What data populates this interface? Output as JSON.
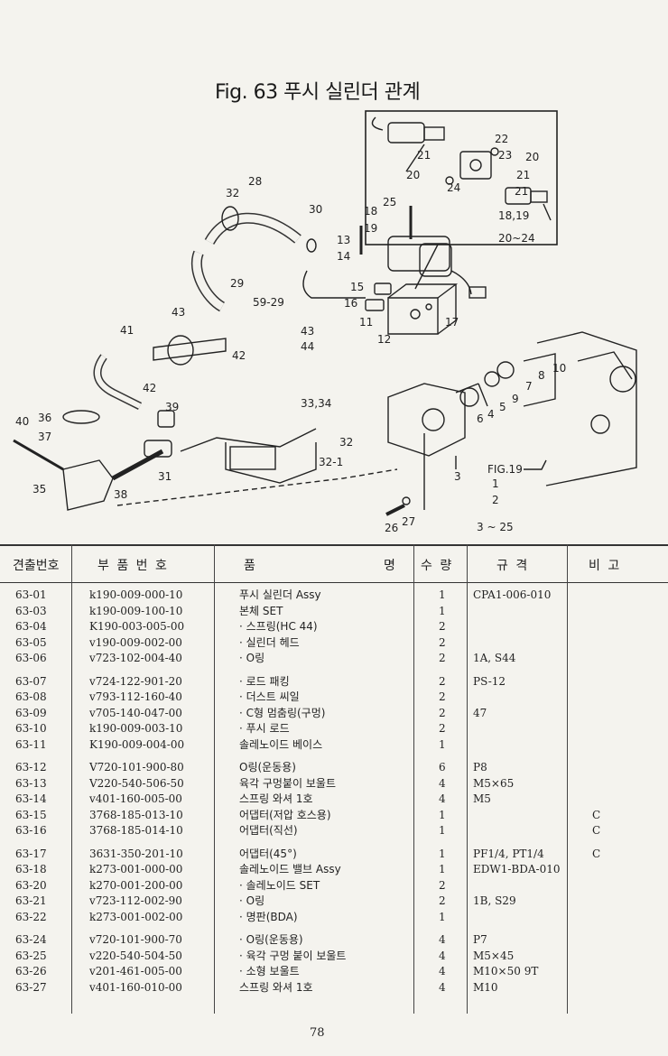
{
  "figure": {
    "title": "Fig. 63 푸시 실린더 관계",
    "callouts": [
      "21",
      "22",
      "23",
      "20",
      "21",
      "20",
      "24",
      "21",
      "18,19",
      "20~24",
      "32",
      "28",
      "30",
      "25",
      "18",
      "19",
      "13",
      "14",
      "15",
      "16",
      "11",
      "17",
      "12",
      "29",
      "59-29",
      "43",
      "41",
      "42",
      "43",
      "44",
      "33,34",
      "42",
      "39",
      "40",
      "36",
      "37",
      "35",
      "38",
      "31",
      "32",
      "32-1",
      "3",
      "26",
      "27",
      "FIG.19",
      "1",
      "2",
      "3 ~ 25",
      "4",
      "5",
      "6",
      "7",
      "8",
      "9",
      "10"
    ]
  },
  "table": {
    "headers": {
      "no": "견출번호",
      "part": "부 품 번 호",
      "name_left": "품",
      "name_right": "명",
      "qty": "수 량",
      "spec": "규 격",
      "note": "비 고"
    },
    "rows": [
      {
        "no": "63-01",
        "part": "k190-009-000-10",
        "name": "푸시 실린더 Assy",
        "qty": "1",
        "spec": "CPA1-006-010",
        "note": ""
      },
      {
        "no": "63-03",
        "part": "k190-009-100-10",
        "name": "본체 SET",
        "qty": "1",
        "spec": "",
        "note": ""
      },
      {
        "no": "63-04",
        "part": "K190-003-005-00",
        "name": "· 스프링(HC 44)",
        "qty": "2",
        "spec": "",
        "note": ""
      },
      {
        "no": "63-05",
        "part": "v190-009-002-00",
        "name": "· 실린더 헤드",
        "qty": "2",
        "spec": "",
        "note": ""
      },
      {
        "no": "63-06",
        "part": "v723-102-004-40",
        "name": "· O링",
        "qty": "2",
        "spec": "1A, S44",
        "note": ""
      },
      {
        "no": "63-07",
        "part": "v724-122-901-20",
        "name": "· 로드 패킹",
        "qty": "2",
        "spec": "PS-12",
        "note": "",
        "gap": true
      },
      {
        "no": "63-08",
        "part": "v793-112-160-40",
        "name": "· 더스트 씨일",
        "qty": "2",
        "spec": "",
        "note": ""
      },
      {
        "no": "63-09",
        "part": "v705-140-047-00",
        "name": "· C형 멈춤링(구멍)",
        "qty": "2",
        "spec": "47",
        "note": ""
      },
      {
        "no": "63-10",
        "part": "k190-009-003-10",
        "name": "· 푸시 로드",
        "qty": "2",
        "spec": "",
        "note": ""
      },
      {
        "no": "63-11",
        "part": "K190-009-004-00",
        "name": "솔레노이드 베이스",
        "qty": "1",
        "spec": "",
        "note": ""
      },
      {
        "no": "63-12",
        "part": "V720-101-900-80",
        "name": "O링(운동용)",
        "qty": "6",
        "spec": "P8",
        "note": "",
        "gap": true
      },
      {
        "no": "63-13",
        "part": "V220-540-506-50",
        "name": "육각 구멍붙이 보울트",
        "qty": "4",
        "spec": "M5×65",
        "note": ""
      },
      {
        "no": "63-14",
        "part": "v401-160-005-00",
        "name": "스프링 와셔 1호",
        "qty": "4",
        "spec": "M5",
        "note": ""
      },
      {
        "no": "63-15",
        "part": "3768-185-013-10",
        "name": "어댑터(저압 호스용)",
        "qty": "1",
        "spec": "",
        "note": "C"
      },
      {
        "no": "63-16",
        "part": "3768-185-014-10",
        "name": "어댑터(직선)",
        "qty": "1",
        "spec": "",
        "note": "C"
      },
      {
        "no": "63-17",
        "part": "3631-350-201-10",
        "name": "어댑터(45°)",
        "qty": "1",
        "spec": "PF1/4, PT1/4",
        "note": "C",
        "gap": true
      },
      {
        "no": "63-18",
        "part": "k273-001-000-00",
        "name": "솔레노이드 밸브 Assy",
        "qty": "1",
        "spec": "EDW1-BDA-010",
        "note": ""
      },
      {
        "no": "63-20",
        "part": "k270-001-200-00",
        "name": "· 솔레노이드 SET",
        "qty": "2",
        "spec": "",
        "note": ""
      },
      {
        "no": "63-21",
        "part": "v723-112-002-90",
        "name": "· O링",
        "qty": "2",
        "spec": "1B, S29",
        "note": ""
      },
      {
        "no": "63-22",
        "part": "k273-001-002-00",
        "name": "· 명판(BDA)",
        "qty": "1",
        "spec": "",
        "note": ""
      },
      {
        "no": "63-24",
        "part": "v720-101-900-70",
        "name": "· O링(운동용)",
        "qty": "4",
        "spec": "P7",
        "note": "",
        "gap": true
      },
      {
        "no": "63-25",
        "part": "v220-540-504-50",
        "name": "· 육각 구멍 붙이 보울트",
        "qty": "4",
        "spec": "M5×45",
        "note": ""
      },
      {
        "no": "63-26",
        "part": "v201-461-005-00",
        "name": "· 소형 보울트",
        "qty": "4",
        "spec": "M10×50 9T",
        "note": ""
      },
      {
        "no": "63-27",
        "part": "v401-160-010-00",
        "name": "스프링 와셔 1호",
        "qty": "4",
        "spec": "M10",
        "note": ""
      }
    ]
  },
  "page_number": "78"
}
